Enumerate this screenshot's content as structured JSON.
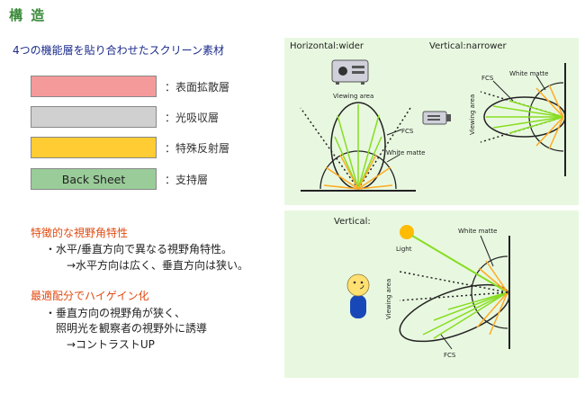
{
  "title": "構 造",
  "subtitle": "4つの機能層を貼り合わせたスクリーン素材",
  "layers": [
    {
      "text": "",
      "label": "：表面拡散層",
      "color": "#f59a9a"
    },
    {
      "text": "",
      "label": "：光吸収層",
      "color": "#d0d0d0"
    },
    {
      "text": "",
      "label": "：特殊反射層",
      "color": "#ffcc33"
    },
    {
      "text": "Back Sheet",
      "label": "：支持層",
      "color": "#99cc99"
    }
  ],
  "features": [
    {
      "heading": "特徴的な視野角特性",
      "lines": [
        "・水平/垂直方向で異なる視野角特性。",
        "→水平方向は広く、垂直方向は狭い。"
      ]
    },
    {
      "heading": "最適配分でハイゲイン化",
      "lines": [
        "・垂直方向の視野角が狭く、",
        "照明光を観察者の視野外に誘導",
        "→コントラストUP"
      ]
    }
  ],
  "diagram_top": {
    "horizontal_title": "Horizontal:wider",
    "vertical_title": "Vertical:narrower",
    "viewing_area": "Viewing area",
    "fcs": "FCS",
    "white_matte": "White matte",
    "fcs2": "FCS",
    "white_matte2": "White matte",
    "viewing_area2": "Viewing area"
  },
  "diagram_bottom": {
    "vertical_title": "Vertical:",
    "light": "Light",
    "white_matte": "White matte",
    "viewing_area": "Viewing area",
    "fcs": "FCS"
  }
}
